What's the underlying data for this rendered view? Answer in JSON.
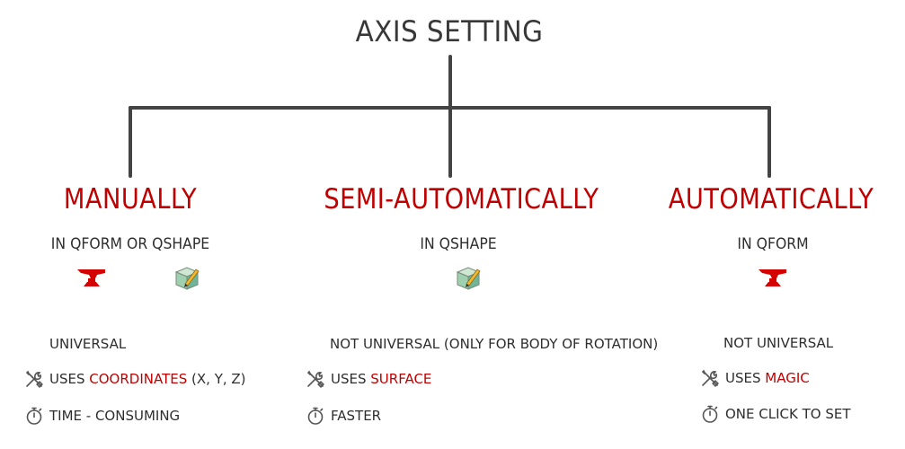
{
  "title": "AXIS SETTING",
  "colors": {
    "accent": "#c00000",
    "line": "#444444",
    "text": "#2e2e2e"
  },
  "branches": [
    {
      "heading": "MANUALLY",
      "where": "IN QFORM OR QSHAPE",
      "app_icons": [
        "qform-anvil-icon",
        "qshape-box-icon"
      ],
      "universality": "UNIVERSAL",
      "uses_prefix": "USES",
      "uses_value": "COORDINATES",
      "uses_suffix": "(X, Y, Z)",
      "time": "TIME - CONSUMING"
    },
    {
      "heading": "SEMI-AUTOMATICALLY",
      "where": "IN QSHAPE",
      "app_icons": [
        "qshape-box-icon"
      ],
      "universality": "NOT UNIVERSAL (ONLY FOR BODY OF ROTATION)",
      "uses_prefix": "USES",
      "uses_value": "SURFACE",
      "time": "FASTER"
    },
    {
      "heading": "AUTOMATICALLY",
      "where": "IN QFORM",
      "app_icons": [
        "qform-anvil-icon"
      ],
      "universality": "NOT UNIVERSAL",
      "uses_prefix": "USES",
      "uses_value": "MAGIC",
      "time": "ONE CLICK TO SET"
    }
  ]
}
